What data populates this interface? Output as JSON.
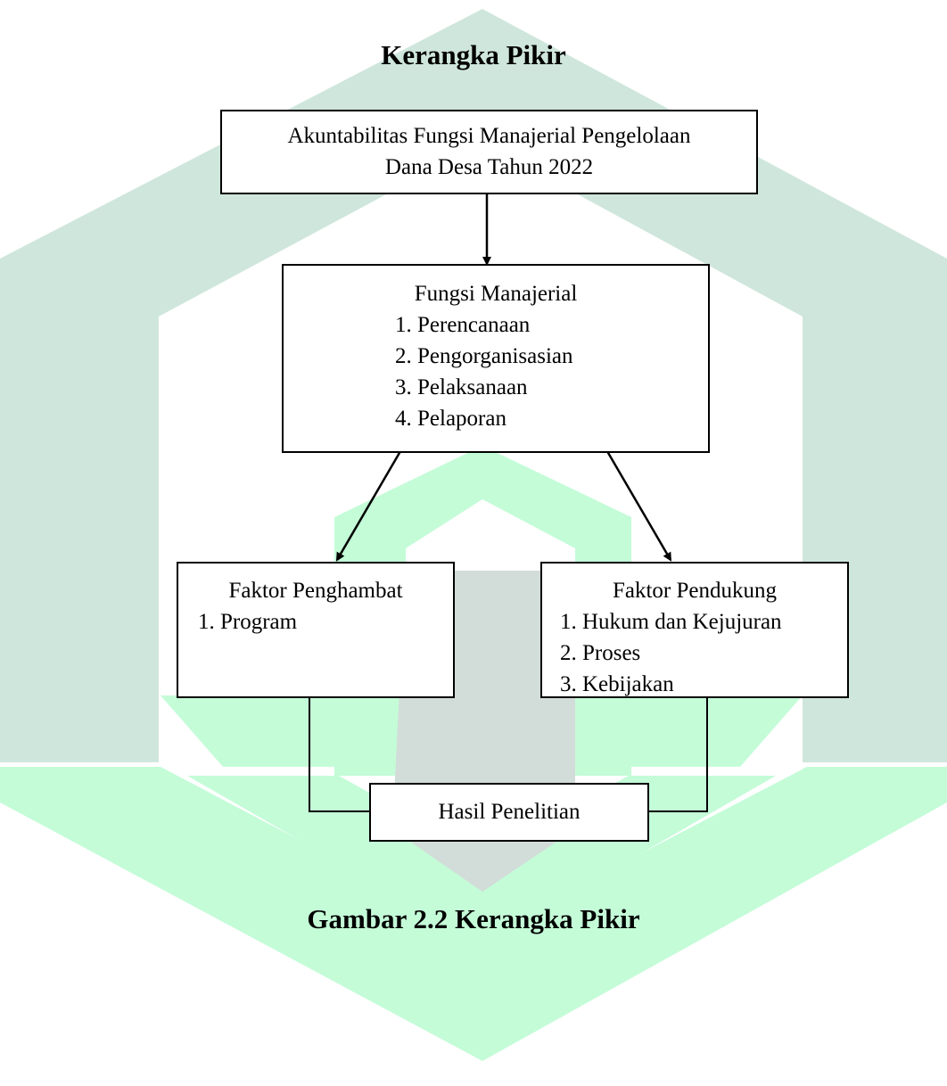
{
  "watermark": {
    "colors": {
      "dark": "#cfe6dc",
      "light": "#c4fcd8",
      "mid": "#d2dcd8"
    }
  },
  "diagram": {
    "title": "Kerangka Pikir",
    "top_box": {
      "line1": "Akuntabilitas Fungsi Manajerial Pengelolaan",
      "line2": "Dana Desa Tahun 2022"
    },
    "middle_box": {
      "heading": "Fungsi Manajerial",
      "items": [
        "1. Perencanaan",
        "2. Pengorganisasian",
        "3. Pelaksanaan",
        "4. Pelaporan"
      ]
    },
    "left_box": {
      "heading": "Faktor Penghambat",
      "items": [
        "1. Program"
      ]
    },
    "right_box": {
      "heading": "Faktor Pendukung",
      "items": [
        "1. Hukum dan Kejujuran",
        "2. Proses",
        "3. Kebijakan"
      ]
    },
    "result_box": {
      "label": "Hasil Penelitian"
    },
    "caption": "Gambar 2.2 Kerangka Pikir"
  }
}
